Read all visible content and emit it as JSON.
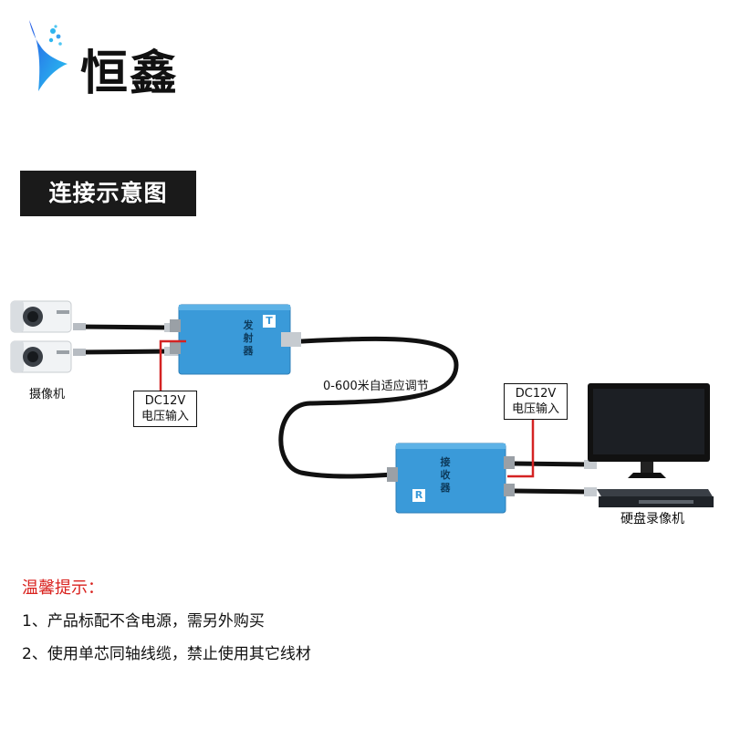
{
  "brand": {
    "name": "恒鑫"
  },
  "section_title": "连接示意图",
  "diagram": {
    "cable_label": "0-600米自适应调节",
    "power_label_left": {
      "line1": "DC12V",
      "line2": "电压输入"
    },
    "power_label_right": {
      "line1": "DC12V",
      "line2": "电压输入"
    },
    "camera_label": "摄像机",
    "dvr_label": "硬盘录像机",
    "transmitter": {
      "badge": "T",
      "name_chars": [
        "发",
        "射",
        "器"
      ]
    },
    "receiver": {
      "badge": "R",
      "name_chars": [
        "接",
        "收",
        "器"
      ]
    }
  },
  "tips": {
    "title": "温馨提示：",
    "items": [
      "1、产品标配不含电源，需另外购买",
      "2、使用单芯同轴线缆，禁止使用其它线材"
    ]
  },
  "colors": {
    "device_blue": "#3a9ad9",
    "power_wire": "#d42323",
    "tip_title": "#d9231f",
    "cable": "#111111"
  }
}
